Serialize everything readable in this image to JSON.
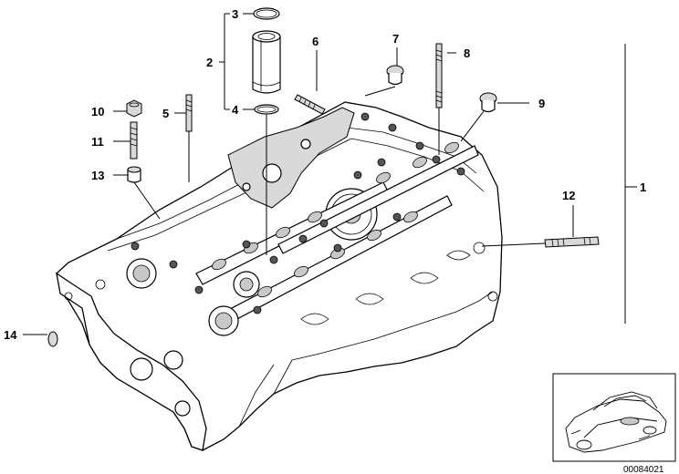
{
  "callouts": {
    "c1": "1",
    "c2": "2",
    "c3": "3",
    "c4": "4",
    "c5": "5",
    "c6": "6",
    "c7": "7",
    "c8": "8",
    "c9": "9",
    "c10": "10",
    "c11": "11",
    "c12": "12",
    "c13": "13",
    "c14": "14"
  },
  "document_number": "00084021"
}
